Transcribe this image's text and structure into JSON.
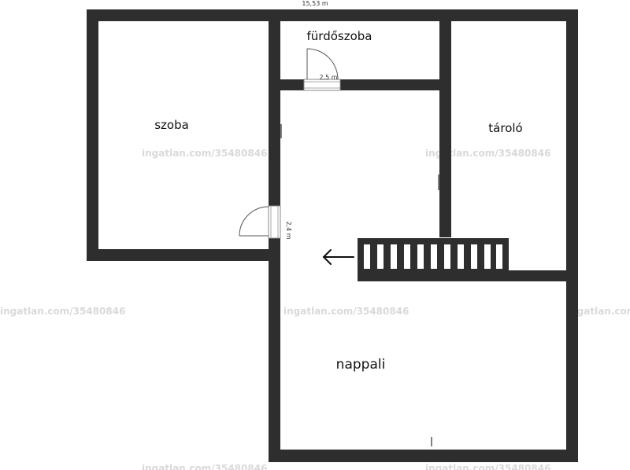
{
  "rooms": {
    "szoba": "szoba",
    "furdoszoba": "fürdőszoba",
    "tarolo": "tároló",
    "nappali": "nappali"
  },
  "dimensions": {
    "total_width": "15,53 m",
    "bath_door": "2,5 m",
    "hall_door": "2,4 m"
  },
  "watermark": "ingatlan.com/35480846",
  "colors": {
    "wall": "#2e2e2e",
    "stair_fill": "#ffffff",
    "watermark": "#d9d9d9"
  },
  "icons": {
    "stair_direction": "arrow-left-icon"
  }
}
